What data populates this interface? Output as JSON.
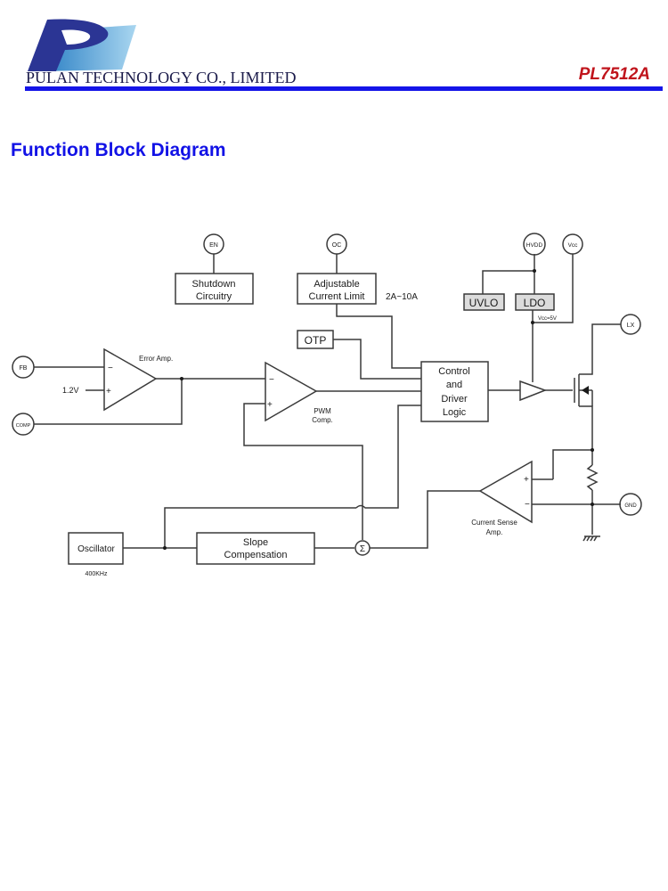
{
  "header": {
    "company": "PULAN TECHNOLOGY CO., LIMITED",
    "part_number": "PL7512A",
    "colors": {
      "rule": "#1515e8",
      "part_number": "#c0141c",
      "title": "#1212e6"
    }
  },
  "section": {
    "title": "Function Block Diagram"
  },
  "diagram": {
    "pins": {
      "en": "EN",
      "oc": "OC",
      "hvdd": "HVDD",
      "vcc": "Vcc",
      "lx": "LX",
      "fb": "FB",
      "comp": "COMP",
      "gnd": "GND"
    },
    "blocks": {
      "shutdown_line1": "Shutdown",
      "shutdown_line2": "Circuitry",
      "current_limit_line1": "Adjustable",
      "current_limit_line2": "Current Limit",
      "otp": "OTP",
      "uvlo": "UVLO",
      "ldo": "LDO",
      "control_line1": "Control",
      "control_line2": "and",
      "control_line3": "Driver",
      "control_line4": "Logic",
      "oscillator": "Oscillator",
      "slope_line1": "Slope",
      "slope_line2": "Compensation",
      "summer": "Σ"
    },
    "labels": {
      "current_range": "2A~10A",
      "vcc_level": "Vcc=5V",
      "error_amp": "Error Amp.",
      "ref_voltage": "1.2V",
      "pwm_line1": "PWM",
      "pwm_line2": "Comp.",
      "cs_line1": "Current Sense",
      "cs_line2": "Amp.",
      "osc_freq": "400KHz",
      "minus": "−",
      "plus": "+"
    }
  }
}
